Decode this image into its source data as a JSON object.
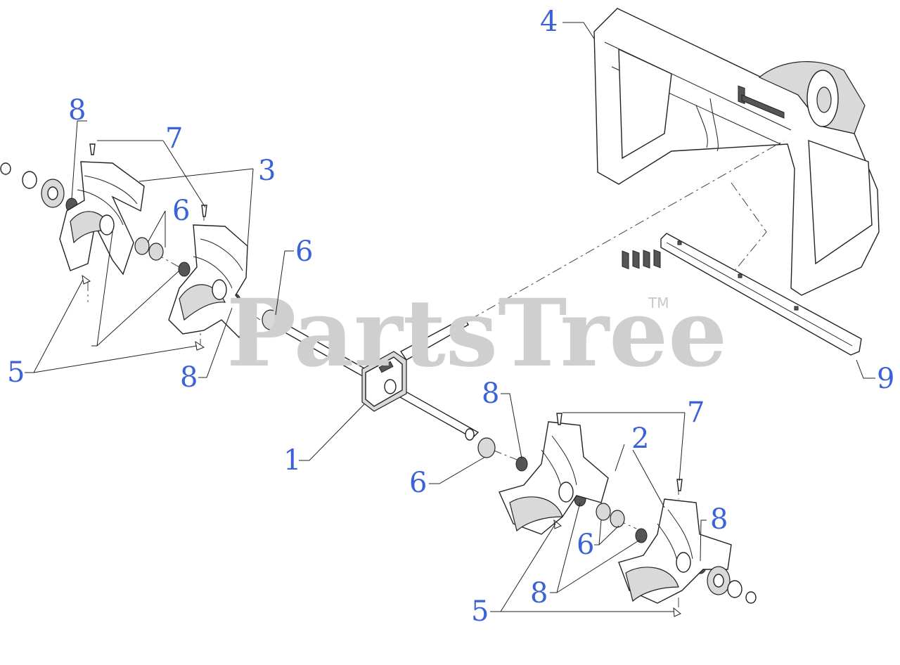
{
  "watermark": {
    "text": "PartsTree",
    "trademark": "TM"
  },
  "callouts": [
    {
      "id": "c1",
      "label": "1"
    },
    {
      "id": "c2",
      "label": "2"
    },
    {
      "id": "c3",
      "label": "3"
    },
    {
      "id": "c4",
      "label": "4"
    },
    {
      "id": "c5a",
      "label": "5"
    },
    {
      "id": "c5b",
      "label": "5"
    },
    {
      "id": "c6a",
      "label": "6"
    },
    {
      "id": "c6b",
      "label": "6"
    },
    {
      "id": "c6c",
      "label": "6"
    },
    {
      "id": "c6d",
      "label": "6"
    },
    {
      "id": "c7a",
      "label": "7"
    },
    {
      "id": "c7b",
      "label": "7"
    },
    {
      "id": "c8a",
      "label": "8"
    },
    {
      "id": "c8b",
      "label": "8"
    },
    {
      "id": "c8c",
      "label": "8"
    },
    {
      "id": "c8d",
      "label": "8"
    },
    {
      "id": "c8e",
      "label": "8"
    },
    {
      "id": "c9",
      "label": "9"
    }
  ],
  "colors": {
    "callout": "#3b62d8",
    "line": "#222222",
    "watermark": "#cfcfcf"
  }
}
